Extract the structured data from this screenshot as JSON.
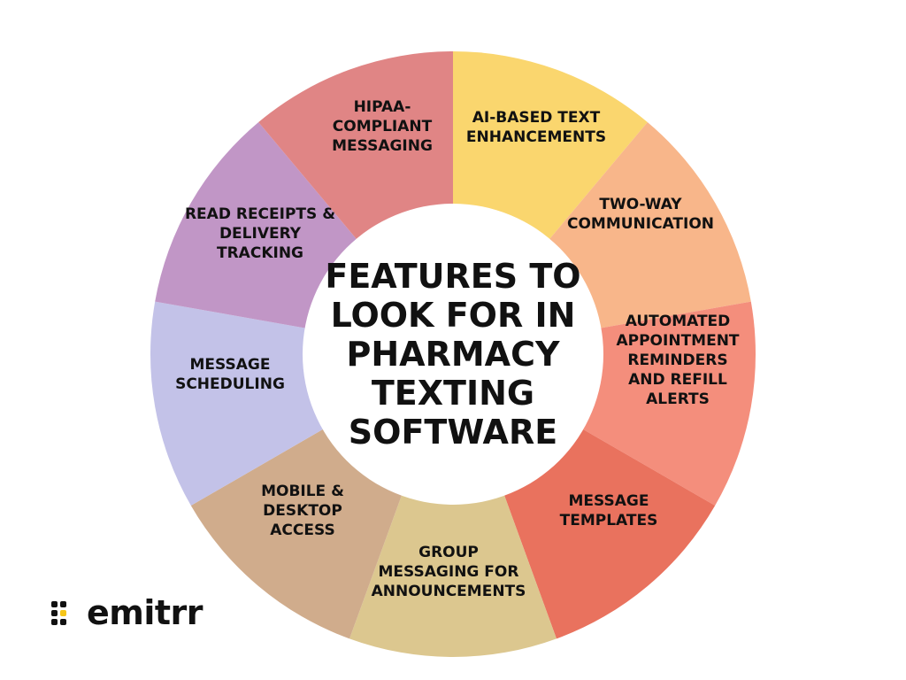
{
  "center": {
    "lines": [
      "FEATURES TO",
      "LOOK FOR IN",
      "PHARMACY",
      "TEXTING",
      "SOFTWARE"
    ]
  },
  "segments": [
    {
      "name": "ai-based-text-enhancements",
      "lines": [
        "AI-BASED TEXT",
        "ENHANCEMENTS"
      ],
      "color": "#FAD66E"
    },
    {
      "name": "two-way-communication",
      "lines": [
        "TWO-WAY",
        "COMMUNICATION"
      ],
      "color": "#F8B68A"
    },
    {
      "name": "automated-appointment-reminders",
      "lines": [
        "AUTOMATED",
        "APPOINTMENT",
        "REMINDERS",
        "AND REFILL",
        "ALERTS"
      ],
      "color": "#F48E7C"
    },
    {
      "name": "message-templates",
      "lines": [
        "MESSAGE",
        "TEMPLATES"
      ],
      "color": "#E9725E"
    },
    {
      "name": "group-messaging",
      "lines": [
        "GROUP",
        "MESSAGING FOR",
        "ANNOUNCEMENTS"
      ],
      "color": "#DCC78F"
    },
    {
      "name": "mobile-desktop-access",
      "lines": [
        "MOBILE &",
        "DESKTOP",
        "ACCESS"
      ],
      "color": "#D0AC8C"
    },
    {
      "name": "message-scheduling",
      "lines": [
        "MESSAGE",
        "SCHEDULING"
      ],
      "color": "#C3C2E8"
    },
    {
      "name": "read-receipts-delivery-tracking",
      "lines": [
        "READ RECEIPTS &",
        "DELIVERY",
        "TRACKING"
      ],
      "color": "#C196C6"
    },
    {
      "name": "hipaa-compliant-messaging",
      "lines": [
        "HIPAA-",
        "COMPLIANT",
        "MESSAGING"
      ],
      "color": "#E08585"
    }
  ],
  "logo": {
    "text": "emitrr",
    "icon": "emitrr-dots-logo-icon",
    "accent": "#F5C518",
    "dark": "#111111"
  }
}
